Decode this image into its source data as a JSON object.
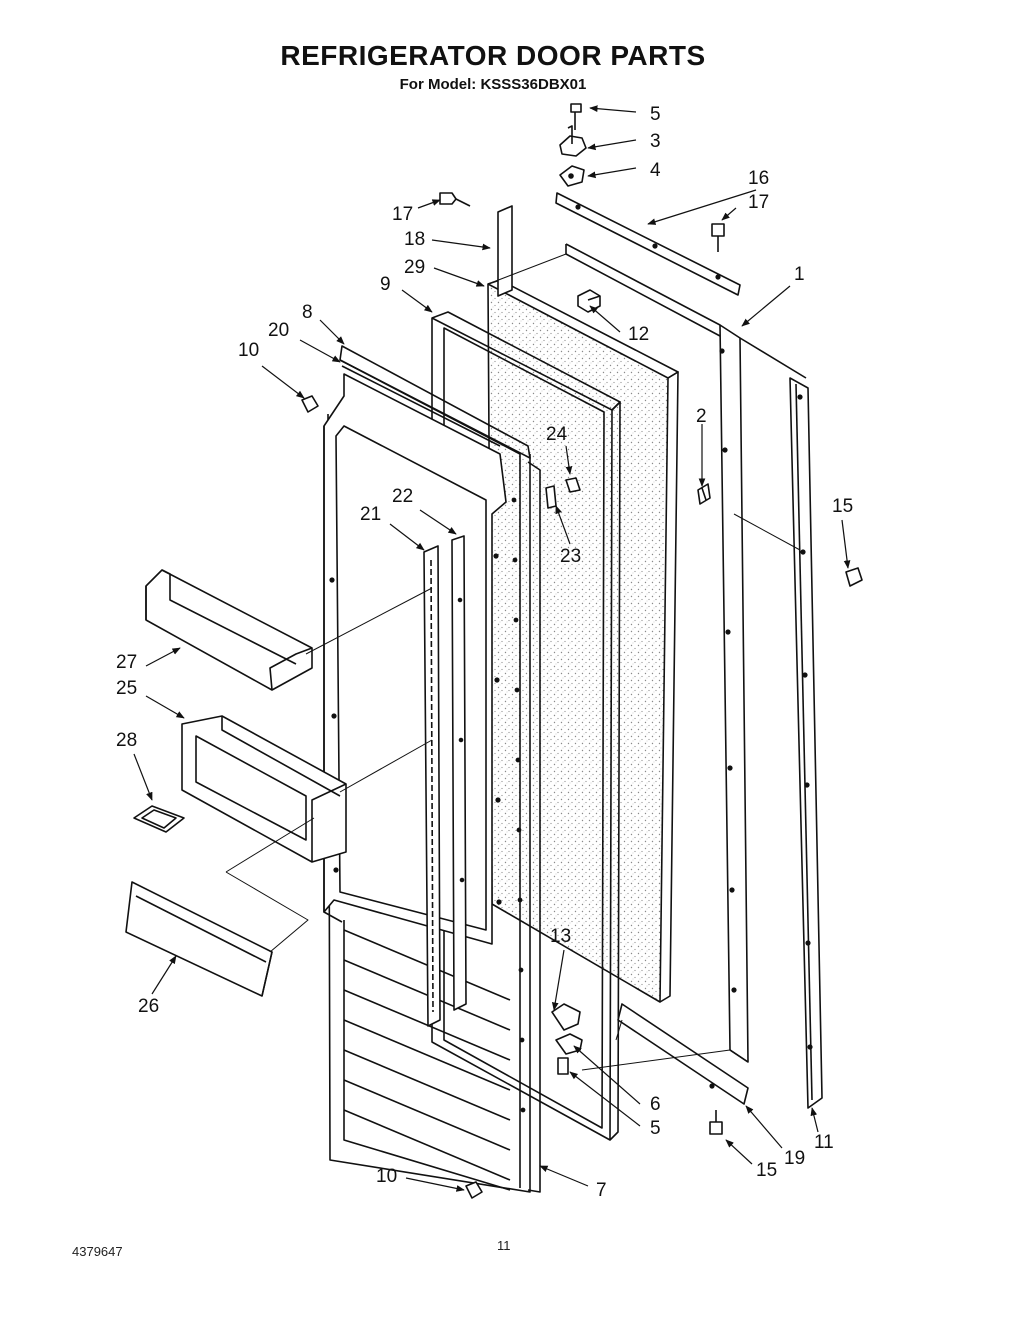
{
  "title": "REFRIGERATOR DOOR PARTS",
  "subtitle": "For Model: KSSS36DBX01",
  "footer": {
    "doc_code": "4379647",
    "page_number": "11"
  },
  "colors": {
    "ink": "#111111",
    "foam_stipple": "#8a8a8a",
    "background": "#ffffff"
  },
  "callouts": {
    "c1": "1",
    "c2": "2",
    "c3": "3",
    "c4": "4",
    "c5_top": "5",
    "c5_bottom": "5",
    "c6": "6",
    "c7": "7",
    "c8": "8",
    "c9": "9",
    "c10_top": "10",
    "c10_bottom": "10",
    "c11": "11",
    "c12": "12",
    "c13": "13",
    "c15_right": "15",
    "c15_bottom": "15",
    "c16": "16",
    "c17_left": "17",
    "c17_right": "17",
    "c18": "18",
    "c19": "19",
    "c20": "20",
    "c21": "21",
    "c22": "22",
    "c23": "23",
    "c24": "24",
    "c25": "25",
    "c26": "26",
    "c27": "27",
    "c28": "28",
    "c29": "29"
  }
}
